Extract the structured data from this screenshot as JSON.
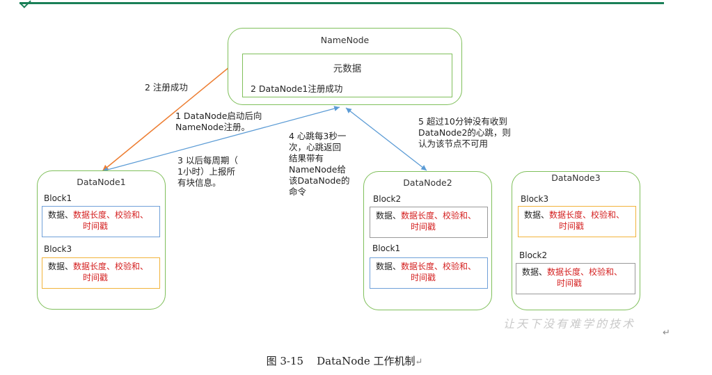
{
  "namenode": {
    "title": "NameNode",
    "metadata_label": "元数据",
    "register_text": "2 DataNode1注册成功"
  },
  "datanodes": [
    {
      "title": "DataNode1",
      "blocks": [
        {
          "label": "Block1",
          "border": "blue"
        },
        {
          "label": "Block3",
          "border": "orange"
        }
      ]
    },
    {
      "title": "DataNode2",
      "blocks": [
        {
          "label": "Block2",
          "border": "gray"
        },
        {
          "label": "Block1",
          "border": "blue"
        }
      ]
    },
    {
      "title": "DataNode3",
      "blocks": [
        {
          "label": "Block3",
          "border": "orange"
        },
        {
          "label": "Block2",
          "border": "gray"
        }
      ]
    }
  ],
  "block_content": {
    "part1": "数据、",
    "part2": "数据长度、校验和、",
    "part3": "时间戳"
  },
  "notes": {
    "n2": "2 注册成功",
    "n1": "1 DataNode启动后向\nNameNode注册。",
    "n3": "3 以后每周期（\n1小时）上报所\n有块信息。",
    "n4": "4 心跳每3秒一\n次，心跳返回\n结果带有\nNameNode给\n该DataNode的\n命令",
    "n5": "5 超过10分钟没有收到\nDataNode2的心跳，则\n认为该节点不可用"
  },
  "watermark": "让天下没有难学的技术",
  "caption": "图 3-15    DataNode 工作机制",
  "colors": {
    "node_border": "#7fbf5a",
    "arrow_orange": "#ed7d31",
    "arrow_blue": "#5b9bd5",
    "red_text": "#d42020",
    "topline": "#1a7f57"
  }
}
